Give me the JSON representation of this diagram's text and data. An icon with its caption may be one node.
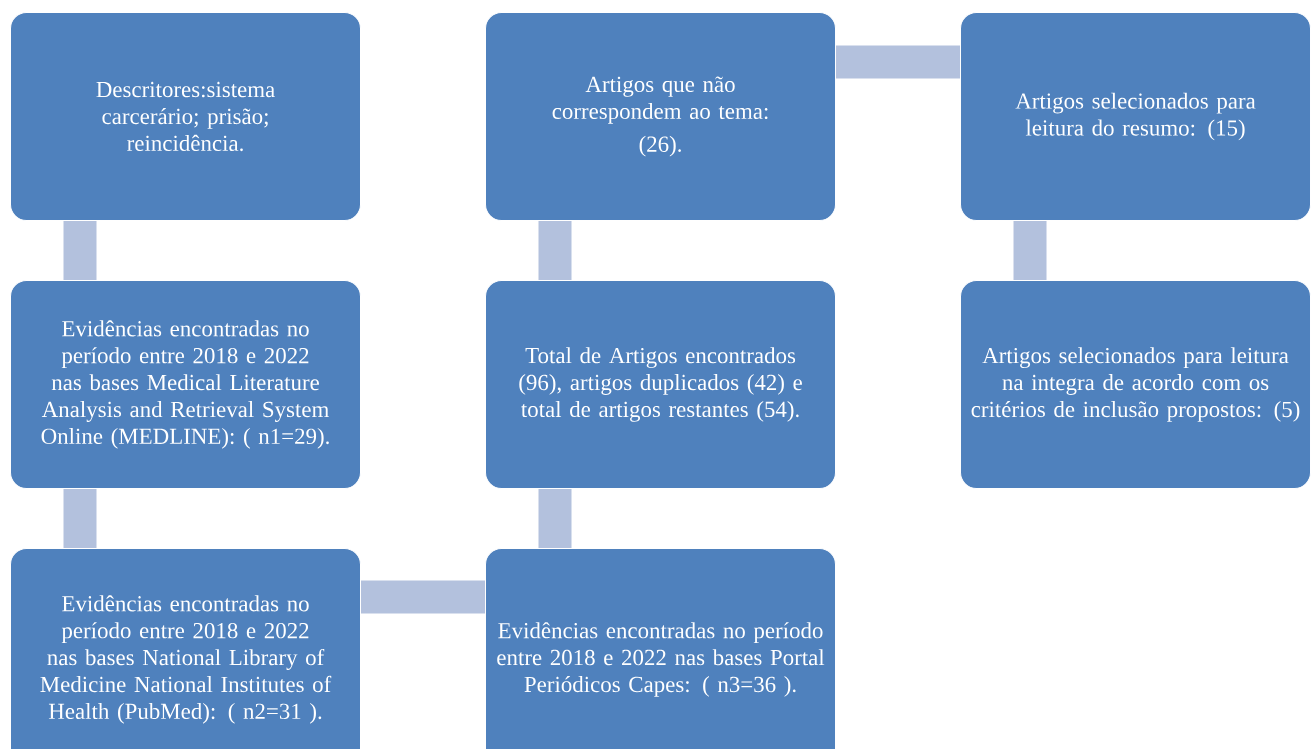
{
  "diagram": {
    "nodes": [
      {
        "text": [
          "Descritores:sistema carcerário; prisão; reincidência."
        ]
      },
      {
        "text": [
          "Artigos que não correspondem ao tema:",
          "(26)."
        ]
      },
      {
        "text": [
          "Artigos selecionados para leitura do resumo: (15)"
        ]
      },
      {
        "text": [
          "Evidências encontradas no período entre 2018 e 2022 nas bases Medical Literature Analysis and Retrieval System Online (MEDLINE): ( n1=29)."
        ]
      },
      {
        "text": [
          "Total de Artigos encontrados (96), artigos duplicados (42) e total de artigos restantes (54)."
        ]
      },
      {
        "text": [
          "Artigos selecionados para leitura na integra de acordo com os critérios de inclusão propostos: (5)"
        ]
      },
      {
        "text": [
          "Evidências encontradas no período entre 2018 e 2022 nas bases National Library of Medicine National Institutes of Health (PubMed): ( n2=31 )."
        ]
      },
      {
        "text": [
          "Evidências encontradas no período entre 2018 e 2022 nas bases Portal Periódicos Capes: ( n3=36 )."
        ]
      }
    ],
    "edges": [
      {
        "from": 0,
        "to": 3,
        "arrow": "none"
      },
      {
        "from": 3,
        "to": 6,
        "arrow": "none"
      },
      {
        "from": 6,
        "to": 7,
        "arrow": "none"
      },
      {
        "from": 7,
        "to": 4,
        "arrow": "none"
      },
      {
        "from": 4,
        "to": 1,
        "arrow": "none"
      },
      {
        "from": 1,
        "to": 2,
        "arrow": "none"
      },
      {
        "from": 2,
        "to": 5,
        "arrow": "none"
      }
    ]
  }
}
